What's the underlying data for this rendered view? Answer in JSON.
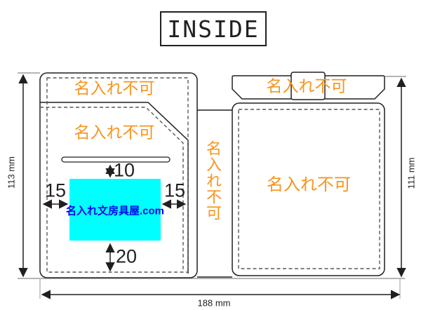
{
  "title": "INSIDE",
  "left_panel": {
    "top_area_label": "名入れ不可",
    "pocket_label": "名入れ不可"
  },
  "center_strip": {
    "label": "名入れ不可"
  },
  "right_panel": {
    "flap_label": "名入れ不可",
    "body_label": "名入れ不可"
  },
  "print_area": {
    "logo_text": "名入れ文房具屋.com",
    "background_color": "#00ffff",
    "text_color": "#0000ee"
  },
  "dimensions": {
    "total_height_left": "113 mm",
    "total_height_right": "111 mm",
    "total_width": "188 mm",
    "slot_gap": "10",
    "left_margin": "15",
    "right_margin": "15",
    "bottom_margin": "20"
  },
  "colors": {
    "outline": "#231f20",
    "stitch_line": "#58595b",
    "warning_text": "#f7941d",
    "extension_line": "#b5b5b5"
  }
}
